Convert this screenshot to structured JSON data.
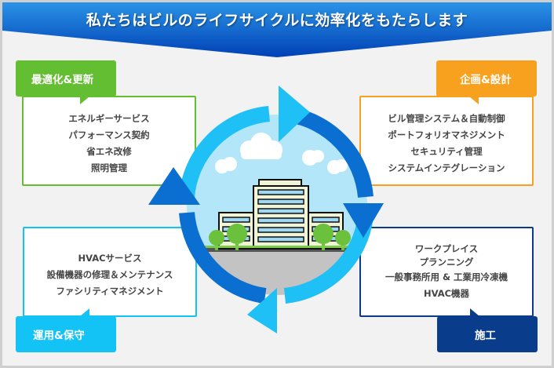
{
  "banner": {
    "title": "私たちはビルのライフサイクルに効率化をもたらします"
  },
  "colors": {
    "banner_top": "#1e8ce0",
    "banner_bottom": "#0046b8",
    "green": "#64be32",
    "orange": "#f7a11e",
    "cyan": "#14c3f5",
    "navy": "#0a3c8c",
    "arrow_light": "#1ec0f5",
    "arrow_dark": "#0a6fd1"
  },
  "phases": {
    "optimize": {
      "label": "最適化&更新",
      "items": [
        "エネルギーサービス",
        "パフォーマンス契約",
        "省エネ改修",
        "照明管理"
      ]
    },
    "plan": {
      "label": "企画&設計",
      "items": [
        "ビル管理システム＆自動制御",
        "ポートフォリオマネジメント",
        "セキュリティ管理",
        "システムインテグレーション"
      ]
    },
    "operate": {
      "label": "運用&保守",
      "items": [
        "HVACサービス",
        "設備機器の修理＆メンテナンス",
        "ファシリティマネジメント"
      ]
    },
    "build": {
      "label": "施工",
      "items": [
        "ワークプレイス",
        "プランニング",
        "一般事務所用 & 工業用冷凍機",
        "HVAC機器"
      ]
    }
  }
}
